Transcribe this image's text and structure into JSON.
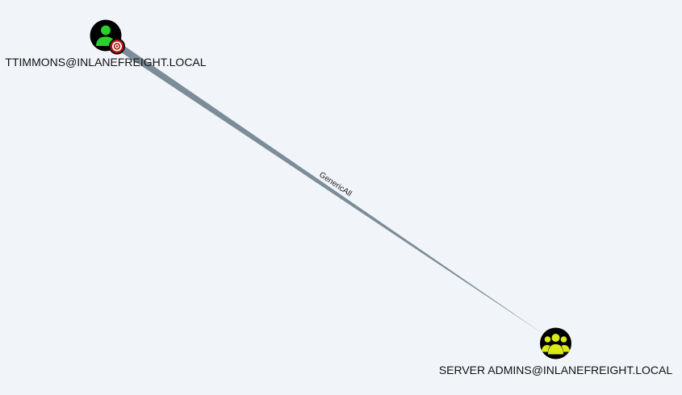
{
  "graph": {
    "nodes": [
      {
        "id": "ttimmons",
        "label": "TTIMMONS@INLANEFREIGHT.LOCAL",
        "kind": "user",
        "icon": "user-icon",
        "badge": "target-icon",
        "icon_color": "#2ad12a"
      },
      {
        "id": "server-admins",
        "label": "SERVER ADMINS@INLANEFREIGHT.LOCAL",
        "kind": "group",
        "icon": "group-icon",
        "icon_color": "#d9ea18"
      }
    ],
    "edges": [
      {
        "source": "ttimmons",
        "target": "server-admins",
        "label": "GenericAll",
        "color": "#7b8d98"
      }
    ]
  }
}
